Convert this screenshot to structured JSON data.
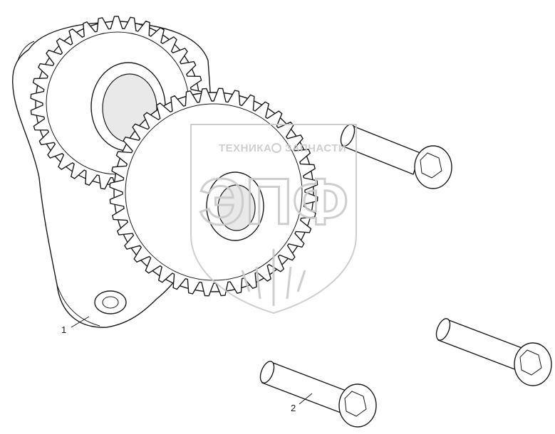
{
  "diagram": {
    "callouts": [
      {
        "id": "1",
        "label": "1"
      },
      {
        "id": "2",
        "label": "2"
      }
    ],
    "watermark": {
      "top_left": "ТЕХНИКА",
      "top_right": "ЗАПЧАСТИ",
      "logo": "ЭПФ",
      "color": "#c9c9c9"
    },
    "line_color": "#1a1a1a"
  }
}
